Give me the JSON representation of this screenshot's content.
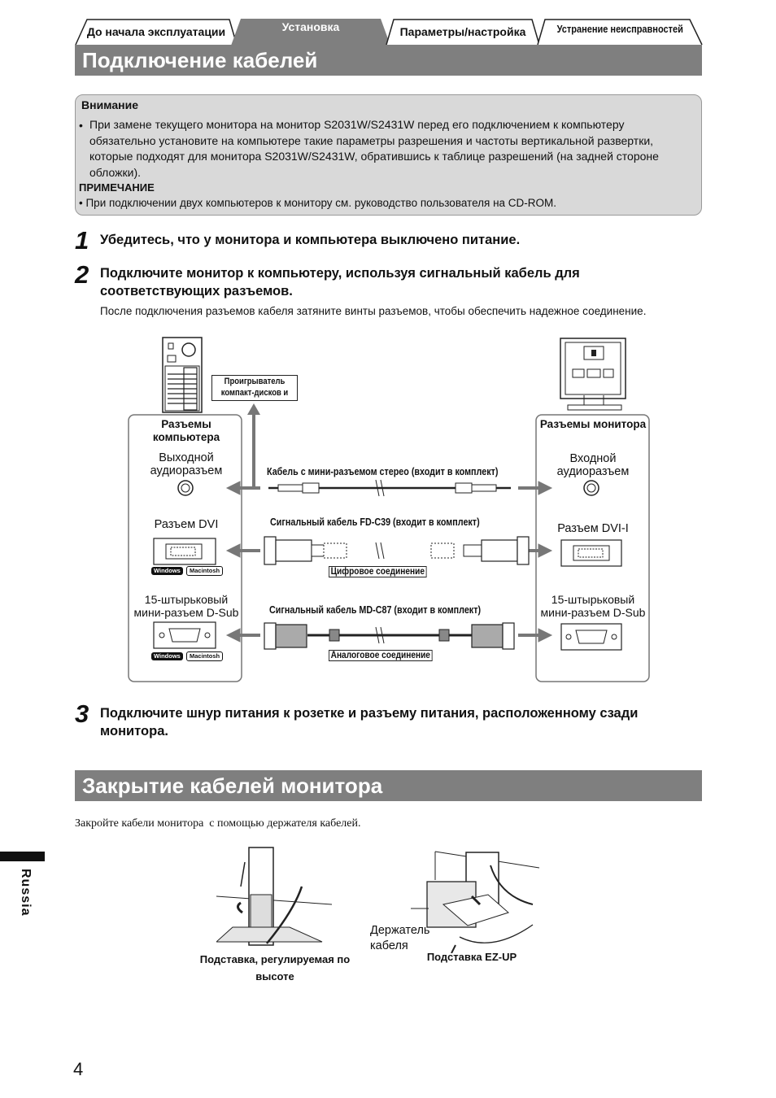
{
  "tabs": [
    {
      "label": "До начала эксплуатации",
      "active": false
    },
    {
      "label": "Установка",
      "active": true
    },
    {
      "label": "Параметры/настройка",
      "active": false
    },
    {
      "label": "Устранение неисправностей",
      "active": false
    }
  ],
  "section1": {
    "title": "Подключение кабелей"
  },
  "notice": {
    "attention_title": "Внимание",
    "attention_text": "При замене текущего монитора на монитор S2031W/S2431W перед его подключением к компьютеру обязательно установите на компьютере такие параметры разрешения и частоты вертикальной развертки, которые подходят для монитора S2031W/S2431W, обратившись к таблице разрешений (на задней стороне обложки).",
    "note_title": "ПРИМЕЧАНИЕ",
    "note_text": "• При подключении двух компьютеров к монитору см. руководство пользователя на CD-ROM."
  },
  "steps": [
    {
      "num": "1",
      "text": "Убедитесь, что у монитора и компьютера выключено питание."
    },
    {
      "num": "2",
      "text": "Подключите монитор к компьютеру, используя сигнальный кабель для соответствующих разъемов.",
      "sub": "После подключения разъемов кабеля затяните винты разъемов, чтобы обеспечить надежное соединение."
    },
    {
      "num": "3",
      "text": "Подключите шнур питания к розетке и разъему питания, расположенному сзади монитора."
    }
  ],
  "diagram": {
    "cd_player": "Проигрыватель компакт-дисков и т.д.",
    "pc_ports": "Разъемы компьютера",
    "monitor_ports": "Разъемы монитора",
    "audio_out": "Выходной аудиоразъем",
    "audio_in": "Входной аудиоразъем",
    "dvi_pc": "Разъем DVI",
    "dvi_mon": "Разъем DVI-I",
    "dsub": "15-штырьковый мини-разъем D-Sub",
    "cable_audio": "Кабель с мини-разъемом стерео (входит в комплект)",
    "cable_dvi": "Сигнальный кабель FD-C39 (входит в комплект)",
    "cable_dsub": "Сигнальный кабель MD-C87 (входит в комплект)",
    "digital": "Цифровое соединение",
    "analog": "Аналоговое соединение",
    "windows": "Windows",
    "macintosh": "Macintosh"
  },
  "section2": {
    "title": "Закрытие кабелей монитора",
    "text": "Закройте кабели монитора  с помощью держателя кабелей.",
    "holder": "Держатель кабеля",
    "stand_height": "Подставка, регулируемая по высоте",
    "stand_ezup": "Подставка EZ-UP"
  },
  "side_tab": "Russia",
  "page_number": "4"
}
